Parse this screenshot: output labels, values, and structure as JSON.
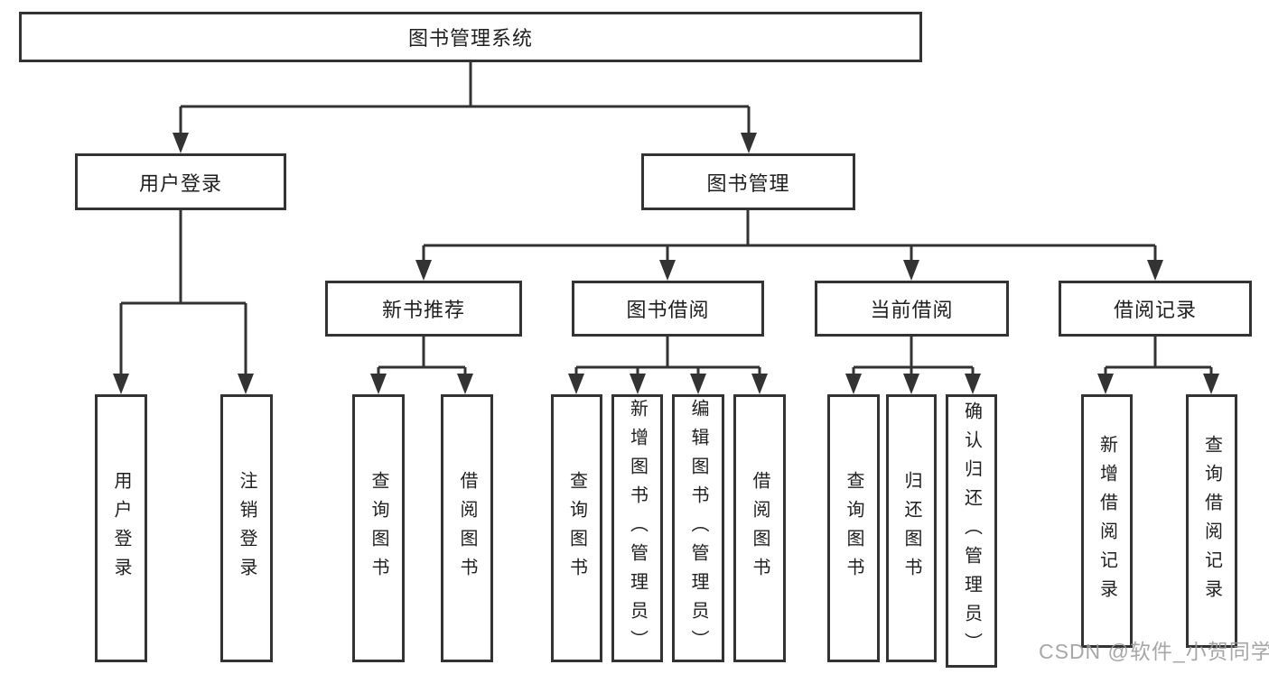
{
  "diagram": {
    "root": {
      "label": "图书管理系统"
    },
    "branches": [
      {
        "label": "用户登录",
        "children": [
          {
            "label": "用户登录"
          },
          {
            "label": "注销登录"
          }
        ]
      },
      {
        "label": "图书管理",
        "children": [
          {
            "label": "新书推荐",
            "children": [
              {
                "label": "查询图书"
              },
              {
                "label": "借阅图书"
              }
            ]
          },
          {
            "label": "图书借阅",
            "children": [
              {
                "label": "查询图书"
              },
              {
                "label": "新增图书（管理员）"
              },
              {
                "label": "编辑图书（管理员）"
              },
              {
                "label": "借阅图书"
              }
            ]
          },
          {
            "label": "当前借阅",
            "children": [
              {
                "label": "查询图书"
              },
              {
                "label": "归还图书"
              },
              {
                "label": "确认归还（管理员）"
              }
            ]
          },
          {
            "label": "借阅记录",
            "children": [
              {
                "label": "新增借阅记录"
              },
              {
                "label": "查询借阅记录"
              }
            ]
          }
        ]
      }
    ]
  },
  "watermark": {
    "text": "CSDN @软件_小贺同学"
  },
  "colors": {
    "line": "#333333",
    "box_border": "#333333",
    "text": "#1f1f1f",
    "background": "#ffffff",
    "watermark": "#9c9c9c"
  }
}
